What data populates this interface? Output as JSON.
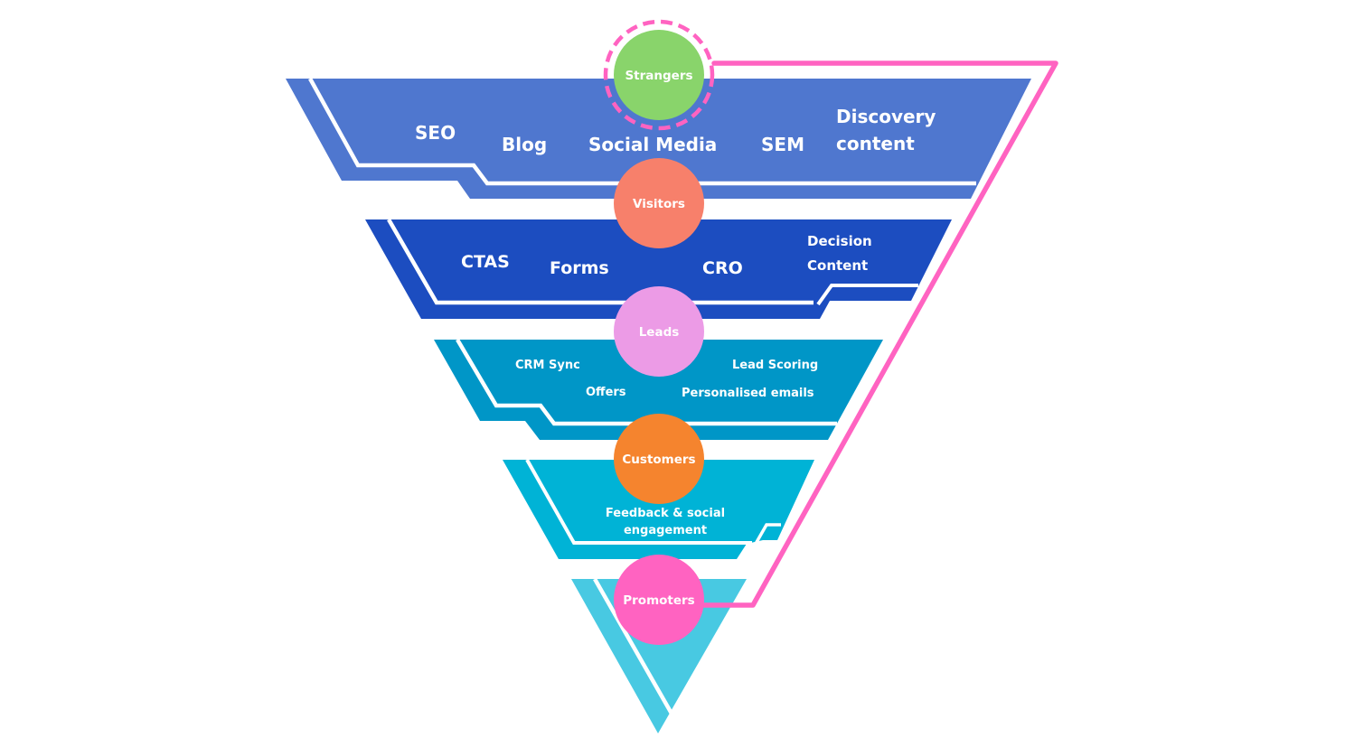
{
  "title": "Inbound marketing funnel",
  "colors": {
    "band1": "#4F77CF",
    "band2": "#1C4DC0",
    "band3": "#0096C7",
    "band4": "#00B3D6",
    "band5": "#48C9E2",
    "connector": "#FF63C1",
    "separator": "#FFFFFF"
  },
  "stages": [
    {
      "name": "Strangers",
      "color": "#89D46B"
    },
    {
      "name": "Visitors",
      "color": "#F7806B"
    },
    {
      "name": "Leads",
      "color": "#EC9BE6"
    },
    {
      "name": "Customers",
      "color": "#F5842E"
    },
    {
      "name": "Promoters",
      "color": "#FF63C1"
    }
  ],
  "bands": [
    {
      "items": [
        "SEO",
        "Blog",
        "Social Media",
        "SEM",
        "Discovery",
        "content"
      ]
    },
    {
      "items": [
        "CTAS",
        "Forms",
        "CRO",
        "Decision",
        "Content"
      ]
    },
    {
      "items": [
        "CRM Sync",
        "Lead Scoring",
        "Offers",
        "Personalised emails"
      ]
    },
    {
      "items": [
        "Feedback & social",
        "engagement"
      ]
    }
  ]
}
